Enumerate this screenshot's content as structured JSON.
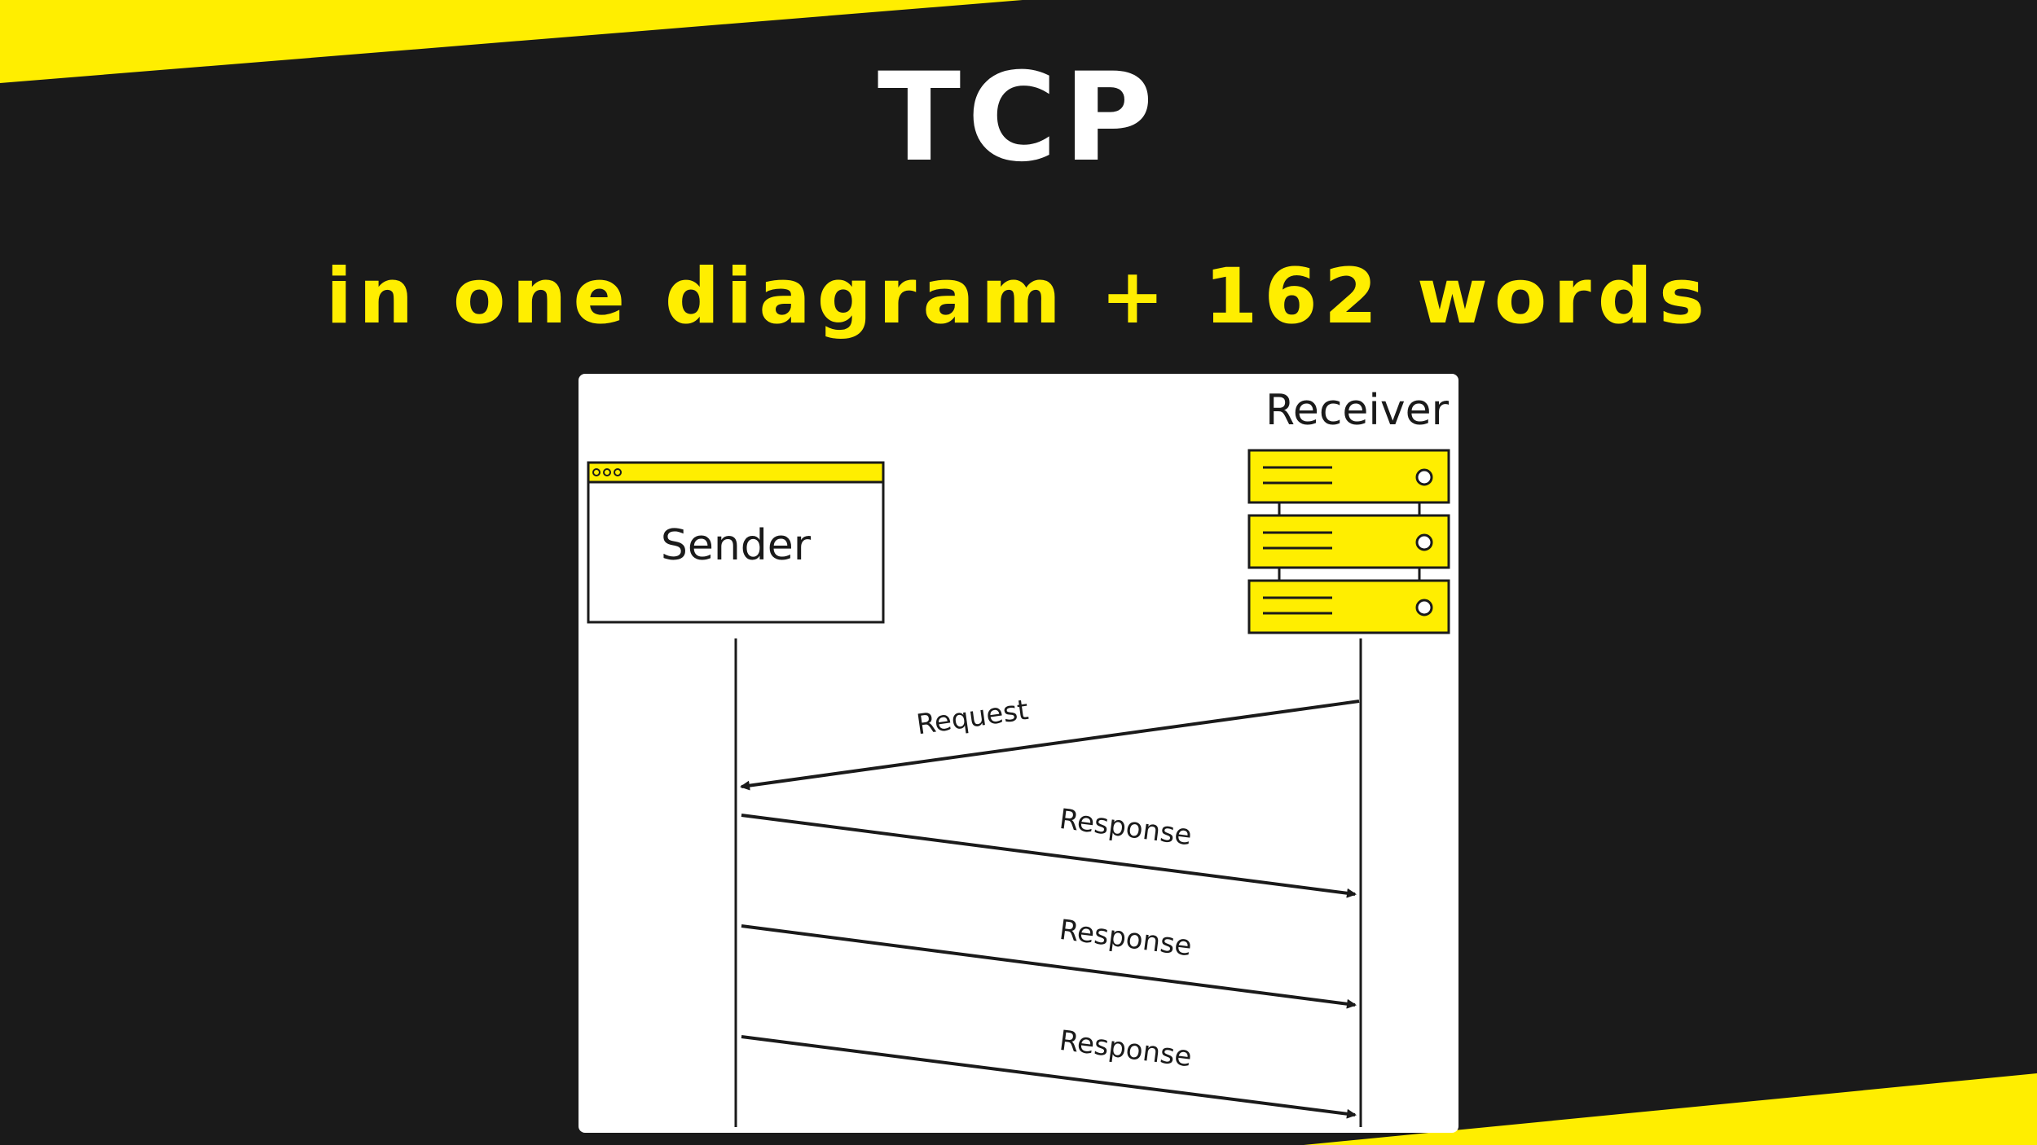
{
  "header": {
    "title": "TCP",
    "subtitle": "in one diagram + 162 words"
  },
  "colors": {
    "background": "#1a1a1a",
    "accent": "#ffee00",
    "title": "#ffffff",
    "card": "#ffffff",
    "ink": "#1a1a1a"
  },
  "diagram": {
    "sender": {
      "label": "Sender",
      "icon": "browser-window-icon"
    },
    "receiver": {
      "label": "Receiver",
      "icon": "server-rack-icon"
    },
    "messages": [
      {
        "label": "Request",
        "direction": "receiver-to-sender"
      },
      {
        "label": "Response",
        "direction": "sender-to-receiver"
      },
      {
        "label": "Response",
        "direction": "sender-to-receiver"
      },
      {
        "label": "Response",
        "direction": "sender-to-receiver"
      }
    ]
  }
}
